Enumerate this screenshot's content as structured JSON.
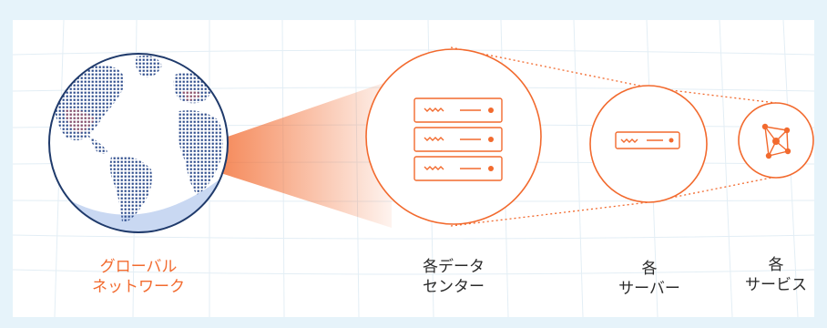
{
  "labels": {
    "global": {
      "line1": "グローバル",
      "line2": "ネットワーク"
    },
    "datacenter": {
      "line1": "各データ",
      "line2": "センター"
    },
    "server": {
      "line1": "各",
      "line2": "サーバー"
    },
    "service": {
      "line1": "各",
      "line2": "サービス"
    }
  },
  "colors": {
    "accent": "#f26a2e",
    "globe_outline": "#1f3a6b",
    "globe_dots": "#2b4a8a",
    "background": "#e6f3fa",
    "grid": "#e3eef5"
  },
  "icons": {
    "globe": "globe-icon",
    "datacenter": "server-rack-icon",
    "server": "server-icon",
    "service": "network-node-icon"
  }
}
